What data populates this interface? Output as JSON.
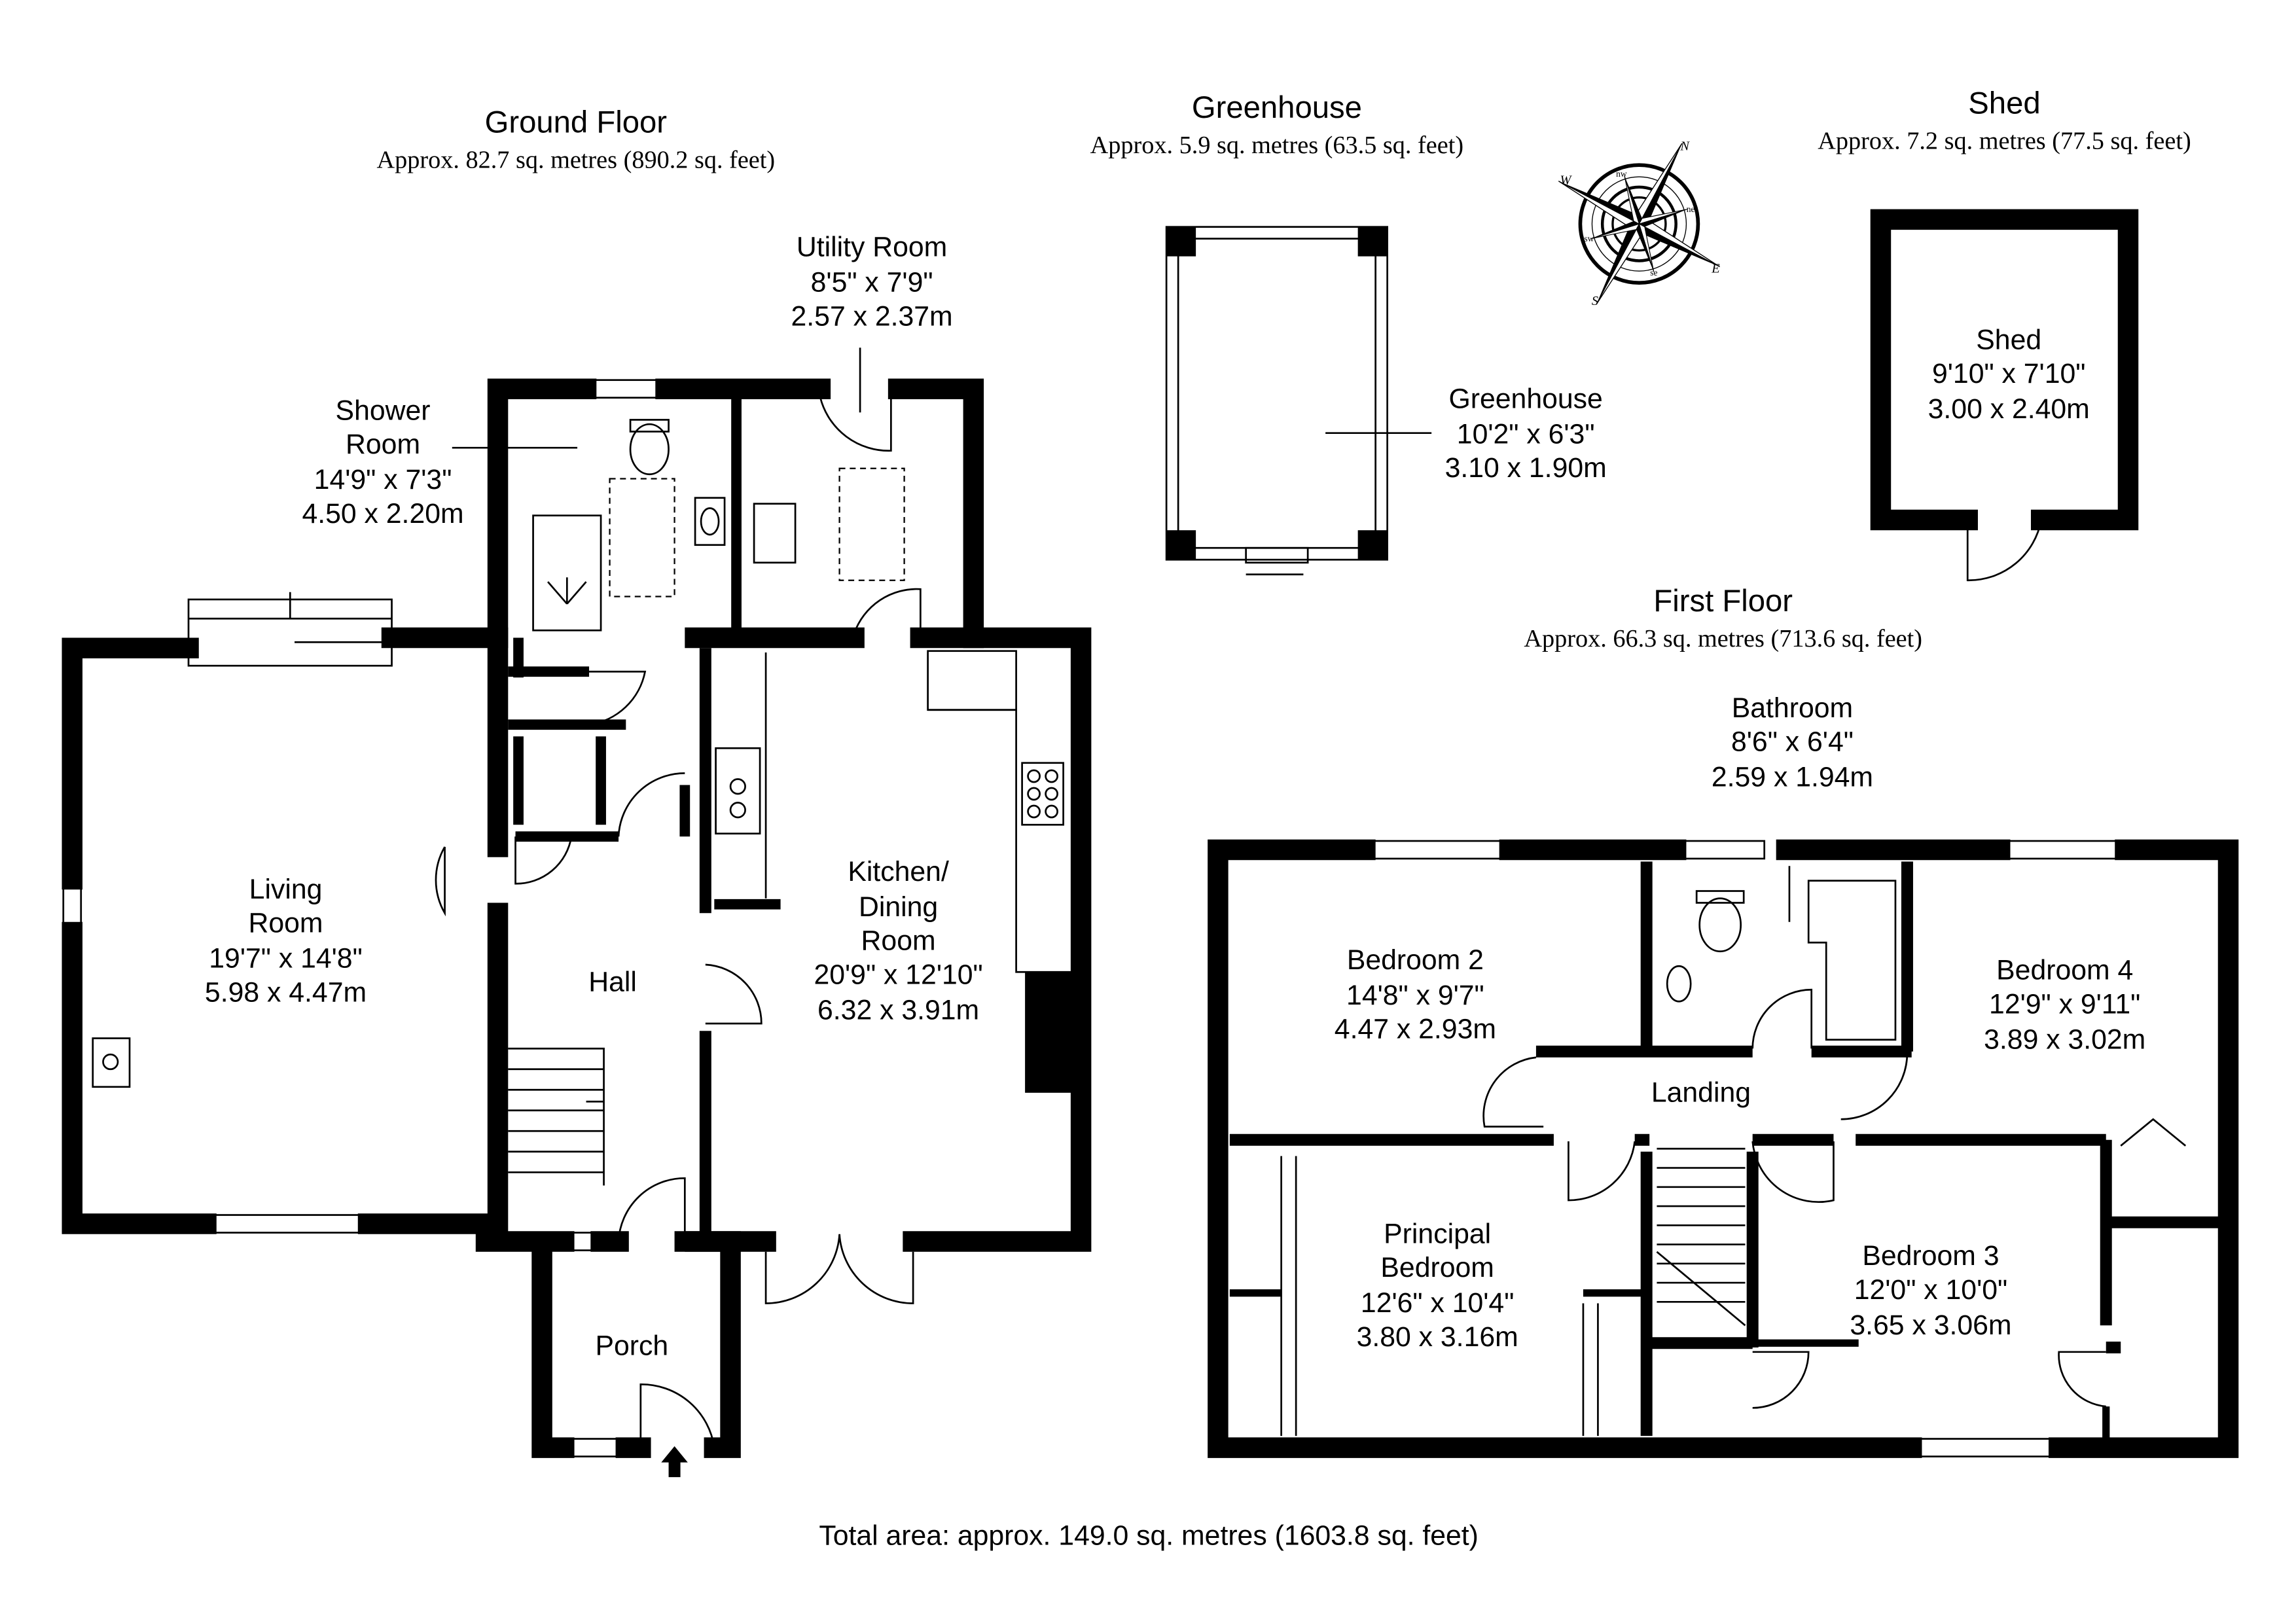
{
  "ground_floor": {
    "title": "Ground Floor",
    "area": "Approx. 82.7 sq. metres (890.2 sq. feet)"
  },
  "greenhouse_block": {
    "title": "Greenhouse",
    "area": "Approx. 5.9 sq. metres (63.5 sq. feet)"
  },
  "shed_block": {
    "title": "Shed",
    "area": "Approx. 7.2 sq. metres (77.5 sq. feet)"
  },
  "first_floor": {
    "title": "First Floor",
    "area": "Approx. 66.3 sq. metres (713.6 sq. feet)"
  },
  "total_area": "Total area: approx. 149.0 sq. metres (1603.8 sq. feet)",
  "compass": {
    "n": "N",
    "s": "S",
    "e": "E",
    "w": "W",
    "ne": "ne",
    "nw": "nw",
    "se": "se",
    "sw": "sw"
  },
  "rooms": {
    "utility": [
      "Utility Room",
      "8'5\" x 7'9\"",
      "2.57 x 2.37m"
    ],
    "shower": [
      "Shower",
      "Room",
      "14'9\" x 7'3\"",
      "4.50 x 2.20m"
    ],
    "living": [
      "Living",
      "Room",
      "19'7\" x 14'8\"",
      "5.98 x 4.47m"
    ],
    "hall": [
      "Hall"
    ],
    "kitchen": [
      "Kitchen/",
      "Dining",
      "Room",
      "20'9\" x 12'10\"",
      "6.32 x 3.91m"
    ],
    "porch": [
      "Porch"
    ],
    "greenhouse": [
      "Greenhouse",
      "10'2\" x 6'3\"",
      "3.10 x 1.90m"
    ],
    "shed": [
      "Shed",
      "9'10\" x 7'10\"",
      "3.00 x 2.40m"
    ],
    "bathroom": [
      "Bathroom",
      "8'6\" x 6'4\"",
      "2.59 x 1.94m"
    ],
    "bedroom2": [
      "Bedroom 2",
      "14'8\" x 9'7\"",
      "4.47 x 2.93m"
    ],
    "bedroom4": [
      "Bedroom 4",
      "12'9\" x 9'11\"",
      "3.89 x 3.02m"
    ],
    "landing": [
      "Landing"
    ],
    "principal": [
      "Principal",
      "Bedroom",
      "12'6\" x 10'4\"",
      "3.80 x 3.16m"
    ],
    "bedroom3": [
      "Bedroom 3",
      "12'0\" x 10'0\"",
      "3.65 x 3.06m"
    ]
  }
}
